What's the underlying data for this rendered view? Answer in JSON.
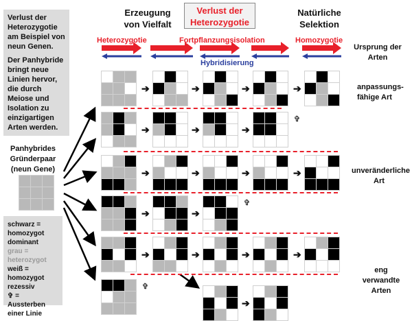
{
  "intro_box": {
    "para1": "Verlust der Heterozygotie am Beispiel von neun Genen.",
    "para2": "Der Panhybride bringt neue Linien hervor, die durch Meiose und Isolation zu einzigartigen Arten werden."
  },
  "headers": {
    "vielfalt": "Erzeugung von Vielfalt",
    "verlust": "Verlust der Heterozygotie",
    "selektion": "Natürliche Selektion",
    "ursprung": "Ursprung der Arten"
  },
  "process_labels": {
    "heterozygotie": "Heterozygotie",
    "fortpflanzungsisolation": "Fortpflanzungsisolation",
    "homozygotie": "Homozygotie",
    "hybridisierung": "Hybridisierung"
  },
  "colors": {
    "red": "#e8202a",
    "blue": "#2b3f9e",
    "black": "#000000",
    "gray": "#b9b9b9",
    "white": "#ffffff"
  },
  "founder": {
    "label": "Panhybrides Gründerpaar (neun Gene)",
    "cells": "ggggggggg"
  },
  "legend": {
    "schwarz": "schwarz = homozygot dominant",
    "grau": "grau = heterozygot",
    "weiss": "weiß = homozygot rezessiv",
    "kreuz": "✞ = Aussterben einer Linie"
  },
  "row_labels": {
    "anpassung": "anpassungs- fähige Art",
    "unveraenderlich": "unveränderliche Art",
    "verwandt": "eng verwandte Arten"
  },
  "extinct_symbol": "✞",
  "step_arrow": "➔",
  "lines": [
    {
      "grids": [
        "wggggwggg",
        "wbwbgwwgg",
        "wbwbgwwgb",
        "wbwbgwwgb",
        "wbwbgwwgb"
      ],
      "extinct": false
    },
    {
      "grids": [
        "gbggbwwgg",
        "bbwgbwwww",
        "bbwgbwwww",
        "bbwbbwwww"
      ],
      "extinct": true
    },
    {
      "grids": [
        "wgbgggbbg",
        "wgbgwwbbb",
        "wwbgwwbbb",
        "wwbgwwbbb",
        "wwbbwwbbb"
      ],
      "extinct": false
    },
    {
      "grids": [
        "bbgggbggb",
        "bbgwbbwgb",
        "bbwwbbwgb"
      ],
      "extinct": true
    },
    {
      "grids": [
        "ggbbwbggw",
        "wgbbwbggw",
        "wgbbwbwgw",
        "wgbbwbwgw",
        "wgbbwbwww"
      ],
      "extinct": false
    },
    {
      "grids": [
        "bbgwgggggg"
      ],
      "extinct": true,
      "branch": [
        "wgbbwbbgw",
        "wgbbwbbgw"
      ]
    }
  ]
}
